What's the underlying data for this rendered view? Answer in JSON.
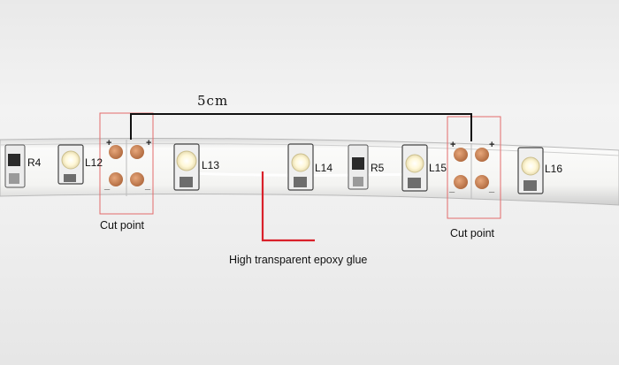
{
  "measurement": "5cm",
  "cut_point_label_left": "Cut point",
  "cut_point_label_right": "Cut point",
  "epoxy_label": "High transparent epoxy glue",
  "components": {
    "r4": "R4",
    "l12": "L12",
    "l13": "L13",
    "l14": "L14",
    "r5": "R5",
    "l15": "L15",
    "l16": "L16"
  },
  "polarity": {
    "plus": "+",
    "minus": "_"
  },
  "colors": {
    "highlight_box": "#e36b6b",
    "pointer_line": "#d9202a",
    "pcb_white": "#f7f7f5",
    "copper_pad": "#c98456",
    "led_chip": "#fffdf2"
  }
}
